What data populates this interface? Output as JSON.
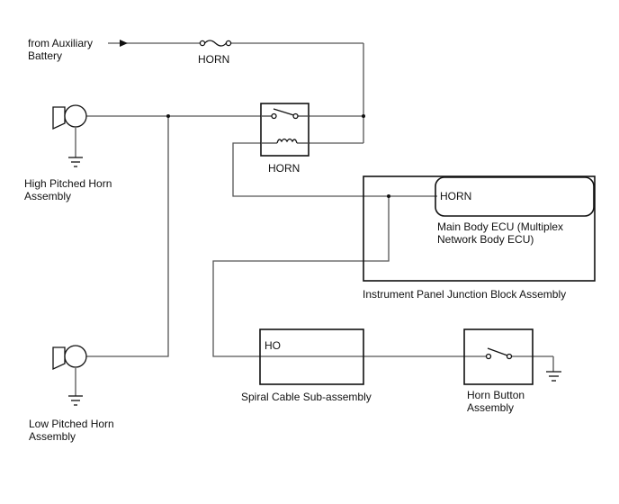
{
  "source": {
    "label_line1": "from Auxiliary",
    "label_line2": "Battery"
  },
  "fuse": {
    "label": "HORN",
    "icon": "fuse-icon"
  },
  "relay": {
    "label": "HORN",
    "icon": "relay-icon"
  },
  "high_horn": {
    "label_line1": "High Pitched Horn",
    "label_line2": "Assembly",
    "icon": "horn-icon"
  },
  "low_horn": {
    "label_line1": "Low Pitched Horn",
    "label_line2": "Assembly",
    "icon": "horn-icon"
  },
  "junction_block": {
    "label": "Instrument Panel Junction Block Assembly",
    "ecu": {
      "terminal": "HORN",
      "label_line1": "Main Body ECU (Multiplex",
      "label_line2": "Network Body ECU)"
    }
  },
  "spiral_cable": {
    "terminal": "HO",
    "label": "Spiral Cable Sub-assembly"
  },
  "horn_button": {
    "label_line1": "Horn Button",
    "label_line2": "Assembly",
    "icon": "switch-icon"
  },
  "grounds": [
    "ground-icon",
    "ground-icon",
    "ground-icon"
  ]
}
